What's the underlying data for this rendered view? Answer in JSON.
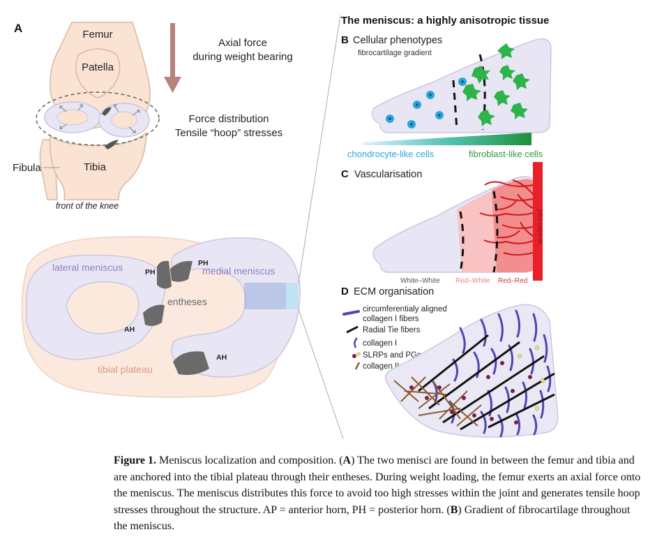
{
  "panel_a": {
    "letter": "A",
    "femur": "Femur",
    "patella": "Patella",
    "tibia": "Tibia",
    "fibula": "Fibula",
    "front_note": "front of the knee",
    "axial_line1": "Axial force",
    "axial_line2": "during weight bearing",
    "force_line1": "Force distribution",
    "force_line2": "Tensile “hoop” stresses",
    "lateral_meniscus": "lateral meniscus",
    "medial_meniscus": "medial meniscus",
    "ph_left": "PH",
    "ph_right": "PH",
    "ah_left": "AH",
    "ah_right": "AH",
    "entheses": "entheses",
    "tibial_plateau": "tibial plateau"
  },
  "right": {
    "title": "The meniscus: a highly anisotropic tissue",
    "b_letter": "B",
    "b_title": "Cellular phenotypes",
    "b_sub": "fibrocartilage gradient",
    "chondro": "chondrocyte-like cells",
    "fibro": "fibroblast-like cells",
    "c_letter": "C",
    "c_title": "Vascularisation",
    "ww": "White–White",
    "rw": "Red–White",
    "rr": "Red–Red",
    "vessel": "joint capsule",
    "d_letter": "D",
    "d_title": "ECM organisation",
    "leg1a": "circumferentialy aligned",
    "leg1b": "collagen I fibers",
    "leg2": "Radial Tie fibers",
    "leg3": "collagen I",
    "leg4": "SLRPs and PGs",
    "leg5": "collagen II"
  },
  "caption": {
    "label": "Figure 1.",
    "p1": " Meniscus localization and composition. (",
    "a": "A",
    "p2": ") The two menisci are found in between the femur and tibia and are anchored into the tibial plateau through their entheses. During weight loading, the femur exerts an axial force onto the meniscus. The meniscus distributes this force to avoid too high stresses within the joint and generates tensile hoop stresses throughout the structure. AP = anterior horn, PH = posterior horn. (",
    "b": "B",
    "p3": ") Gradient of fibrocartilage throughout the meniscus."
  },
  "colors": {
    "bone": "#fbe3d3",
    "bone_stroke": "#d9b7a0",
    "meniscus": "#e8e6f4",
    "meniscus_stroke": "#c9c4e0",
    "label_purple": "#8a82c4",
    "plateau_text": "#d99a84",
    "arrow": "#b5837b",
    "chondro": "#2aa7d8",
    "fibro": "#2eb24a",
    "red": "#e8202a",
    "pink": "#f6a3a3",
    "collagen_blue": "#4a47b0",
    "collagen2": "#8b5a2b"
  }
}
